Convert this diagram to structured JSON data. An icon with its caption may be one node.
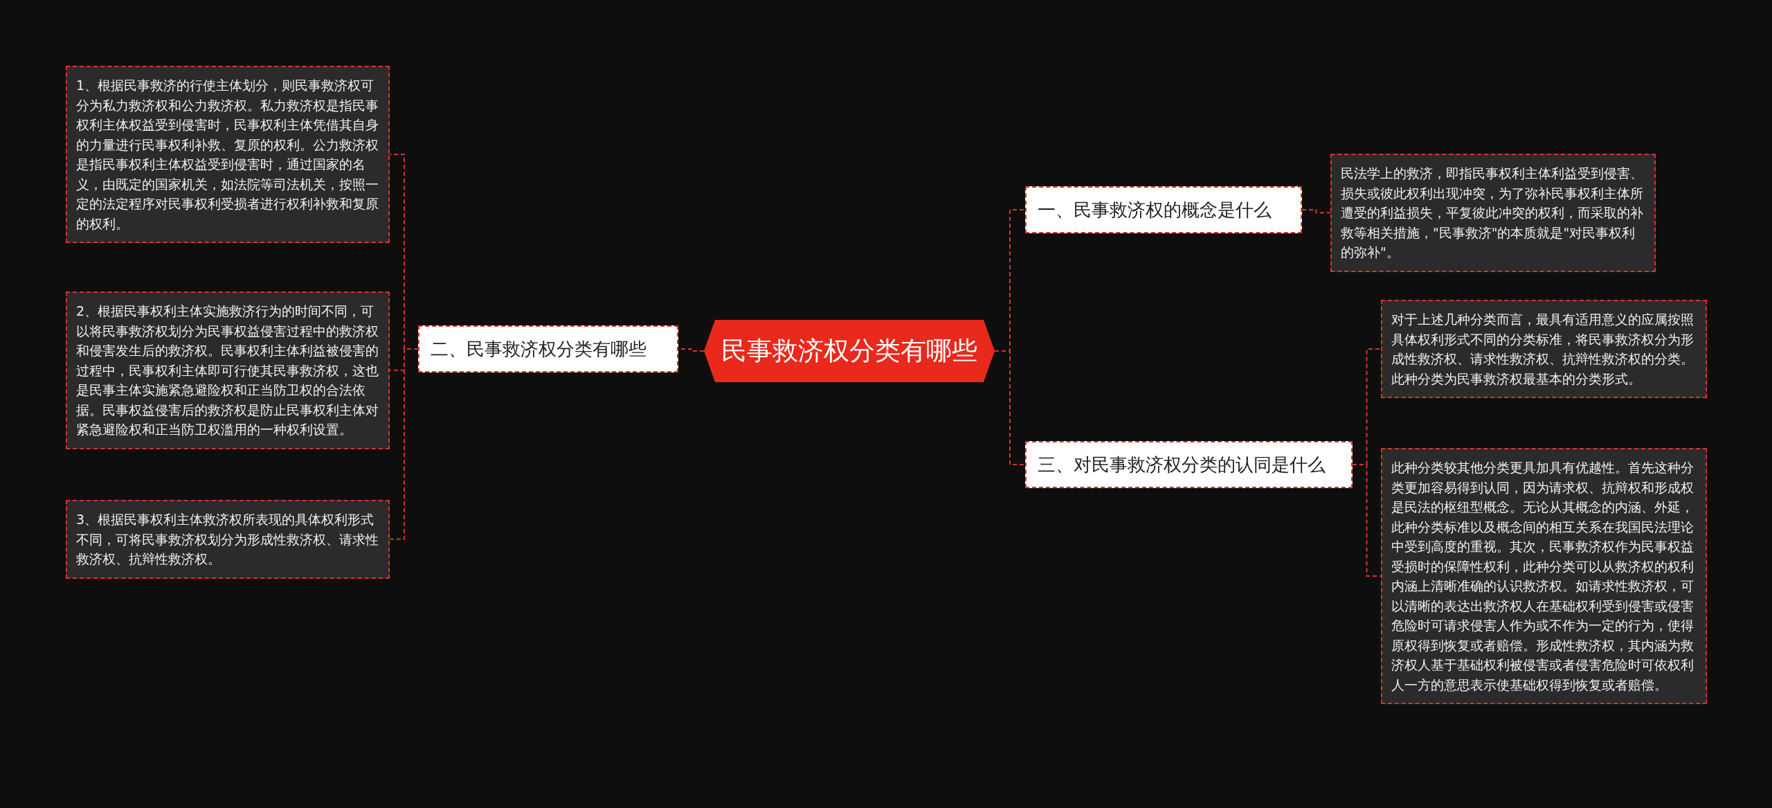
{
  "diagram": {
    "nodes": [
      {
        "text": [
          "民事救济权分类有哪些"
        ]
      },
      {
        "text": [
          "一、民事救济权的概念是什么"
        ]
      },
      {
        "text": [
          "民法学上的救济，即指民事权利主体利益受到侵害、损失或彼此权利出现冲突，为了弥补民事权利主体所遭受的利益损失，平复彼此冲突的权利，而采取的补救等相关措施，\"民事救济\"的本质就是\"对民事权利的弥补\"。"
        ]
      },
      {
        "text": [
          "二、民事救济权分类有哪些"
        ]
      },
      {
        "text": [
          "1、根据民事救济的行使主体划分，则民事救济权可分为私力救济权和公力救济权。私力救济权是指民事权利主体权益受到侵害时，民事权利主体凭借其自身的力量进行民事权利补救、复原的权利。公力救济权是指民事权利主体权益受到侵害时，通过国家的名义，由既定的国家机关，如法院等司法机关，按照一定的法定程序对民事权利受损者进行权利补救和复原的权利。"
        ]
      },
      {
        "text": [
          "2、根据民事权利主体实施救济行为的时间不同，可以将民事救济权划分为民事权益侵害过程中的救济权和侵害发生后的救济权。民事权利主体利益被侵害的过程中，民事权利主体即可行使其民事救济权，这也是民事主体实施紧急避险权和正当防卫权的合法依据。民事权益侵害后的救济权是防止民事权利主体对紧急避险权和正当防卫权滥用的一种权利设置。"
        ]
      },
      {
        "text": [
          "3、根据民事权利主体救济权所表现的具体权利形式不同，可将民事救济权划分为形成性救济权、请求性救济权、抗辩性救济权。"
        ]
      },
      {
        "text": [
          "三、对民事救济权分类的认同是什么"
        ]
      },
      {
        "text": [
          "对于上述几种分类而言，最具有适用意义的应属按照具体权利形式不同的分类标准，将民事救济权分为形成性救济权、请求性救济权、抗辩性救济权的分类。此种分类为民事救济权最基本的分类形式。"
        ]
      },
      {
        "text": [
          "此种分类较其他分类更具加具有优越性。首先这种分类更加容易得到认同，因为请求权、抗辩权和形成权是民法的枢纽型概念。无论从其概念的内涵、外延，此种分类标准以及概念间的相互关系在我国民法理论中受到高度的重视。其次，民事救济权作为民事权益受损时的保障性权利，此种分类可以从救济权的权利内涵上清晰准确的认识救济权。如请求性救济权，可以清晰的表达出救济权人在基础权利受到侵害或侵害危险时可请求侵害人作为或不作为一定的行为，使得原权得到恢复或者赔偿。形成性救济权，其内涵为救济权人基于基础权利被侵害或者侵害危险时可依权利人一方的意思表示使基础权得到恢复或者赔偿。"
        ]
      }
    ],
    "edges": [
      {
        "from": 0,
        "to": 1,
        "arrow": "none"
      },
      {
        "from": 1,
        "to": 2,
        "arrow": "none"
      },
      {
        "from": 0,
        "to": 3,
        "arrow": "none"
      },
      {
        "from": 3,
        "to": 4,
        "arrow": "none"
      },
      {
        "from": 3,
        "to": 5,
        "arrow": "none"
      },
      {
        "from": 3,
        "to": 6,
        "arrow": "none"
      },
      {
        "from": 0,
        "to": 7,
        "arrow": "none"
      },
      {
        "from": 7,
        "to": 8,
        "arrow": "none"
      },
      {
        "from": 7,
        "to": 9,
        "arrow": "none"
      }
    ]
  }
}
